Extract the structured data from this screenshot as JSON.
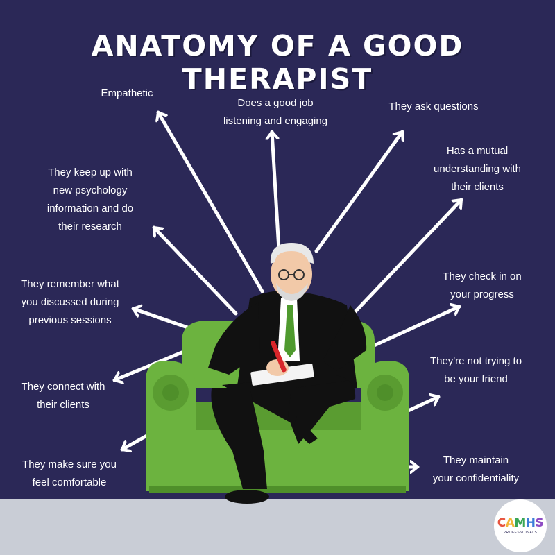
{
  "title": "ANATOMY OF A GOOD THERAPIST",
  "labels": {
    "empathetic": "Empathetic",
    "listening": "Does a good job\nlistening and engaging",
    "questions": "They ask questions",
    "mutual": "Has a mutual\nunderstanding with\ntheir clients",
    "research": "They keep up with\nnew psychology\ninformation and do\ntheir research",
    "check_in": "They check in on\nyour progress",
    "remember": "They remember what\nyou discussed during\nprevious sessions",
    "not_friend": "They're not trying to\nbe your friend",
    "connect": "They connect with\ntheir clients",
    "comfortable": "They make sure you\nfeel comfortable",
    "confidentiality": "They maintain\nyour confidentiality"
  },
  "logo": {
    "letters": [
      "C",
      "A",
      "M",
      "H",
      "S"
    ],
    "letter_colors": [
      "#e8553f",
      "#f3b63a",
      "#3aa655",
      "#3b7dd8",
      "#8e4cc4"
    ],
    "subtitle": "PROFESSIONALS"
  },
  "colors": {
    "background": "#2b2857",
    "floor": "#c9cdd6",
    "chair": "#6cb33f",
    "chair_dark": "#4f8f2a",
    "suit": "#111111",
    "tie": "#4f9a2e",
    "text": "#ffffff"
  }
}
